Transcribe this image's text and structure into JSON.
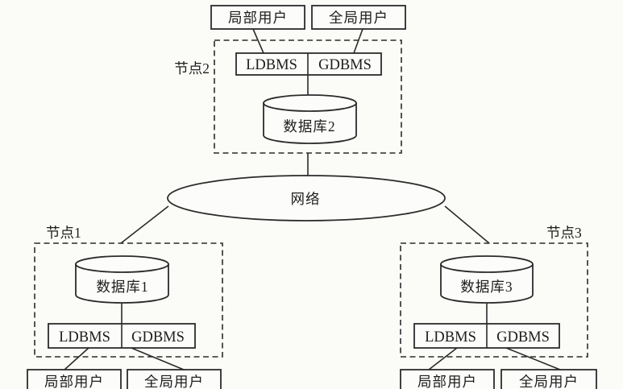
{
  "diagram": {
    "type": "distributed-database-architecture",
    "network": {
      "label": "网络"
    },
    "nodes": [
      {
        "name": "节点1",
        "database": "数据库1",
        "ldbms": "LDBMS",
        "gdbms": "GDBMS",
        "local_users": "局部用户",
        "global_users": "全局用户"
      },
      {
        "name": "节点2",
        "database": "数据库2",
        "ldbms": "LDBMS",
        "gdbms": "GDBMS",
        "local_users": "局部用户",
        "global_users": "全局用户"
      },
      {
        "name": "节点3",
        "database": "数据库3",
        "ldbms": "LDBMS",
        "gdbms": "GDBMS",
        "local_users": "局部用户",
        "global_users": "全局用户"
      }
    ],
    "colors": {
      "background": "#fbfbf8",
      "ink": "#2b2b2b"
    }
  }
}
